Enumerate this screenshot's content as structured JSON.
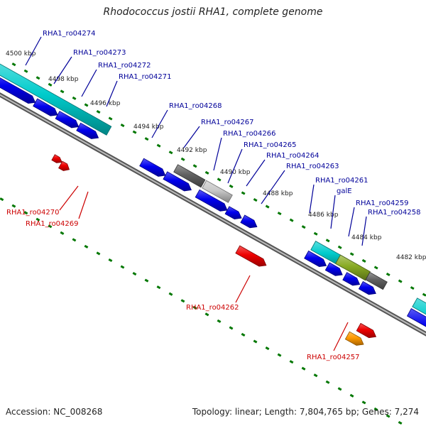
{
  "title": "Rhodococcus jostii RHA1, complete genome",
  "footer": {
    "accession": "Accession: NC_008268",
    "topology": "Topology: linear; Length: 7,804,765 bp; Genes: 7,274"
  },
  "colors": {
    "forward_gene": "#0000ee",
    "reverse_gene": "#ee0000",
    "rrna_gene": "#00cccc",
    "pseudo_gene": "#606060",
    "highlight_gene": "#ff9900",
    "overlap_gene": "#88aa22",
    "forward_label": "#000099",
    "reverse_label": "#cc0000",
    "tick": "#007700",
    "backbone": "#777777"
  },
  "ticks": [
    {
      "label": "4500 kbp"
    },
    {
      "label": "4498 kbp"
    },
    {
      "label": "4496 kbp"
    },
    {
      "label": "4494 kbp"
    },
    {
      "label": "4492 kbp"
    },
    {
      "label": "4490 kbp"
    },
    {
      "label": "4488 kbp"
    },
    {
      "label": "4486 kbp"
    },
    {
      "label": "4484 kbp"
    },
    {
      "label": "4482 kbp"
    }
  ],
  "forward_labels": [
    {
      "text": "RHA1_ro04274"
    },
    {
      "text": "RHA1_ro04273"
    },
    {
      "text": "RHA1_ro04272"
    },
    {
      "text": "RHA1_ro04271"
    },
    {
      "text": "RHA1_ro04268"
    },
    {
      "text": "RHA1_ro04267"
    },
    {
      "text": "RHA1_ro04266"
    },
    {
      "text": "RHA1_ro04265"
    },
    {
      "text": "RHA1_ro04264"
    },
    {
      "text": "RHA1_ro04263"
    },
    {
      "text": "RHA1_ro04261"
    },
    {
      "text": "galE"
    },
    {
      "text": "RHA1_ro04259"
    },
    {
      "text": "RHA1_ro04258"
    }
  ],
  "reverse_labels": [
    {
      "text": "RHA1_ro04270"
    },
    {
      "text": "RHA1_ro04269"
    },
    {
      "text": "RHA1_ro04262"
    },
    {
      "text": "RHA1_ro04257"
    }
  ]
}
